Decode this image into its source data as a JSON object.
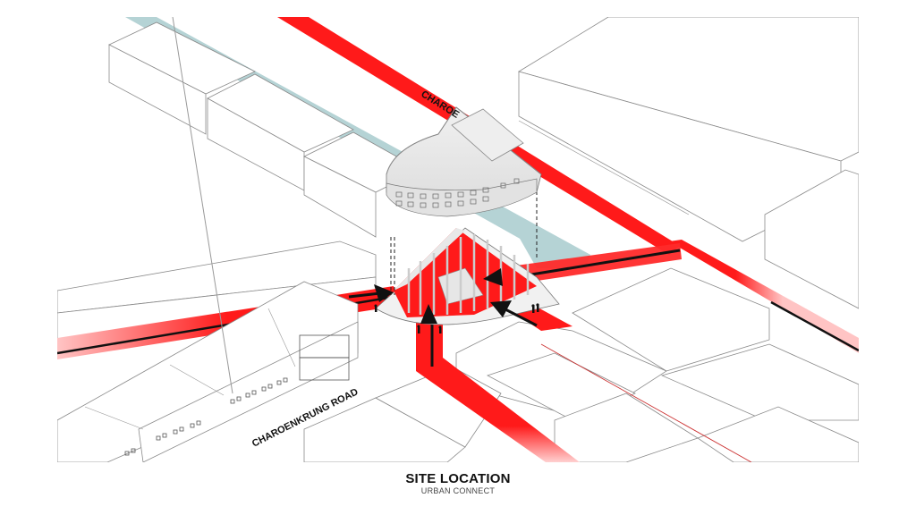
{
  "diagram": {
    "road_labels": {
      "top": "CHAROE",
      "bottom": "CHAROENKRUNG ROAD"
    },
    "colors": {
      "path_red": "#ff1a1a",
      "path_fade": "#ffb8b8",
      "canal": "#b5d3d5",
      "arrow": "#111111",
      "building_stroke": "#8a8a8a",
      "roof_gray": "#e6e6e6"
    },
    "icons": [
      "arrow-icon",
      "pedestrian-icon",
      "dashed-projection-line"
    ]
  },
  "caption": {
    "title": "SITE LOCATION",
    "subtitle": "URBAN CONNECT"
  }
}
